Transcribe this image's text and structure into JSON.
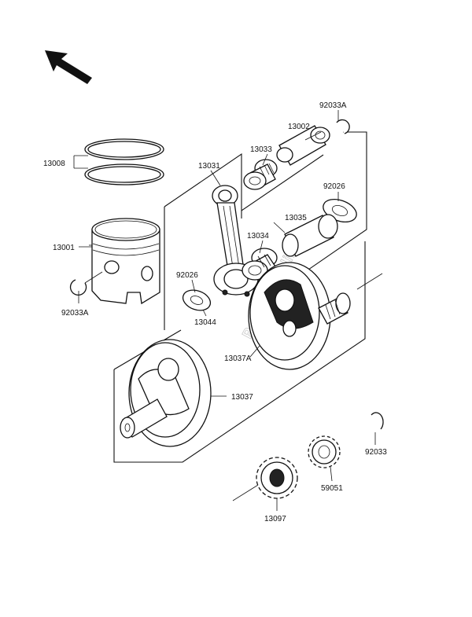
{
  "watermark": "Partsrepublik",
  "icons": {
    "direction": "front-arrow-icon"
  },
  "parts": [
    {
      "id": "ring-clip-top",
      "number": "92033A",
      "name": ""
    },
    {
      "id": "piston-pin",
      "number": "13002",
      "name": ""
    },
    {
      "id": "small-end-bearing",
      "number": "13033",
      "name": ""
    },
    {
      "id": "piston-rings",
      "number": "13008",
      "name": ""
    },
    {
      "id": "connecting-rod",
      "number": "13031",
      "name": ""
    },
    {
      "id": "thrust-washer-upper",
      "number": "92026",
      "name": ""
    },
    {
      "id": "crankpin",
      "number": "13035",
      "name": ""
    },
    {
      "id": "big-end-bearing",
      "number": "13034",
      "name": ""
    },
    {
      "id": "piston",
      "number": "13001",
      "name": ""
    },
    {
      "id": "thrust-washer-lower",
      "number": "92026",
      "name": ""
    },
    {
      "id": "ring-clip-bottom",
      "number": "92033A",
      "name": ""
    },
    {
      "id": "rod-bearing-ref",
      "number": "13044",
      "name": ""
    },
    {
      "id": "crank-half-right",
      "number": "13037A",
      "name": ""
    },
    {
      "id": "crank-half-left",
      "number": "13037",
      "name": ""
    },
    {
      "id": "circlip",
      "number": "92033",
      "name": ""
    },
    {
      "id": "primary-gear",
      "number": "59051",
      "name": ""
    },
    {
      "id": "crank-gear",
      "number": "13097",
      "name": ""
    }
  ]
}
